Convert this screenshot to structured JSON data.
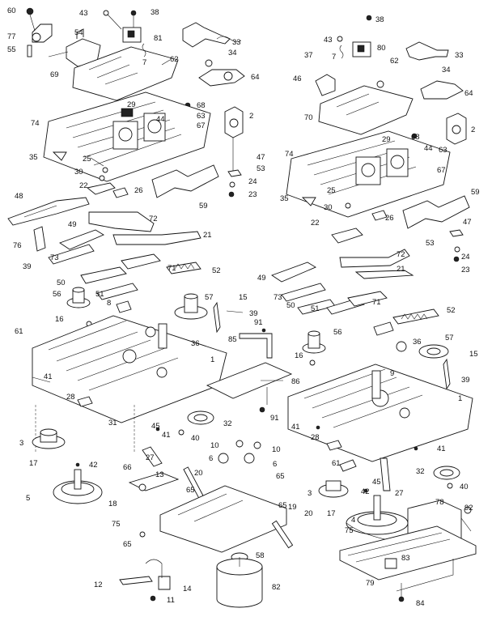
{
  "diagram": {
    "callouts": [
      {
        "id": "c60a",
        "text": "60"
      },
      {
        "id": "c77a",
        "text": "77"
      },
      {
        "id": "c55a",
        "text": "55"
      },
      {
        "id": "c69a",
        "text": "69"
      },
      {
        "id": "c54a",
        "text": "54"
      },
      {
        "id": "c43a",
        "text": "43"
      },
      {
        "id": "c38a",
        "text": "38"
      },
      {
        "id": "c81a",
        "text": "81"
      },
      {
        "id": "c33a",
        "text": "33"
      },
      {
        "id": "c7a",
        "text": "7"
      },
      {
        "id": "c62a",
        "text": "62"
      },
      {
        "id": "c34a",
        "text": "34"
      },
      {
        "id": "c64a",
        "text": "64"
      },
      {
        "id": "c29a",
        "text": "29"
      },
      {
        "id": "c68a",
        "text": "68"
      },
      {
        "id": "c63a",
        "text": "63"
      },
      {
        "id": "c67a",
        "text": "67"
      },
      {
        "id": "c44a",
        "text": "44"
      },
      {
        "id": "c2a",
        "text": "2"
      },
      {
        "id": "c74a",
        "text": "74"
      },
      {
        "id": "c35a",
        "text": "35"
      },
      {
        "id": "c25a",
        "text": "25"
      },
      {
        "id": "c47a",
        "text": "47"
      },
      {
        "id": "c53a",
        "text": "53"
      },
      {
        "id": "c30a",
        "text": "30"
      },
      {
        "id": "c24a",
        "text": "24"
      },
      {
        "id": "c23a",
        "text": "23"
      },
      {
        "id": "c22a",
        "text": "22"
      },
      {
        "id": "c26a",
        "text": "26"
      },
      {
        "id": "c48a",
        "text": "48"
      },
      {
        "id": "c59a",
        "text": "59"
      },
      {
        "id": "c72a",
        "text": "72"
      },
      {
        "id": "c49a",
        "text": "49"
      },
      {
        "id": "c21a",
        "text": "21"
      },
      {
        "id": "c76a",
        "text": "76"
      },
      {
        "id": "c39a",
        "text": "39"
      },
      {
        "id": "c73a",
        "text": "73"
      },
      {
        "id": "c71a",
        "text": "71"
      },
      {
        "id": "c52a",
        "text": "52"
      },
      {
        "id": "c50a",
        "text": "50"
      },
      {
        "id": "c51a",
        "text": "51"
      },
      {
        "id": "c56a",
        "text": "56"
      },
      {
        "id": "c8a",
        "text": "8"
      },
      {
        "id": "c57a",
        "text": "57"
      },
      {
        "id": "c15a",
        "text": "15"
      },
      {
        "id": "c39b",
        "text": "39"
      },
      {
        "id": "c16a",
        "text": "16"
      },
      {
        "id": "c61a",
        "text": "61"
      },
      {
        "id": "c91a",
        "text": "91"
      },
      {
        "id": "c85a",
        "text": "85"
      },
      {
        "id": "c36a",
        "text": "36"
      },
      {
        "id": "c1a",
        "text": "1"
      },
      {
        "id": "c41a",
        "text": "41"
      },
      {
        "id": "c86a",
        "text": "86"
      },
      {
        "id": "c28a",
        "text": "28"
      },
      {
        "id": "c31a",
        "text": "31"
      },
      {
        "id": "c91b",
        "text": "91"
      },
      {
        "id": "c45a",
        "text": "45"
      },
      {
        "id": "c41b",
        "text": "41"
      },
      {
        "id": "c40a",
        "text": "40"
      },
      {
        "id": "c32a",
        "text": "32"
      },
      {
        "id": "c10a",
        "text": "10"
      },
      {
        "id": "c3a",
        "text": "3"
      },
      {
        "id": "c17a",
        "text": "17"
      },
      {
        "id": "c27a",
        "text": "27"
      },
      {
        "id": "c42a",
        "text": "42"
      },
      {
        "id": "c66a",
        "text": "66"
      },
      {
        "id": "c13a",
        "text": "13"
      },
      {
        "id": "c20a",
        "text": "20"
      },
      {
        "id": "c6a",
        "text": "6"
      },
      {
        "id": "c6b",
        "text": "6"
      },
      {
        "id": "c10b",
        "text": "10"
      },
      {
        "id": "c65a",
        "text": "65"
      },
      {
        "id": "c5a",
        "text": "5"
      },
      {
        "id": "c18a",
        "text": "18"
      },
      {
        "id": "c75a",
        "text": "75"
      },
      {
        "id": "c65b",
        "text": "65"
      },
      {
        "id": "c65c",
        "text": "65"
      },
      {
        "id": "c19a",
        "text": "19"
      },
      {
        "id": "c20b",
        "text": "20"
      },
      {
        "id": "c65d",
        "text": "65"
      },
      {
        "id": "c58a",
        "text": "58"
      },
      {
        "id": "c12a",
        "text": "12"
      },
      {
        "id": "c14a",
        "text": "14"
      },
      {
        "id": "c11a",
        "text": "11"
      },
      {
        "id": "c82a",
        "text": "82"
      },
      {
        "id": "c38b",
        "text": "38"
      },
      {
        "id": "c43b",
        "text": "43"
      },
      {
        "id": "c80b",
        "text": "80"
      },
      {
        "id": "c37b",
        "text": "37"
      },
      {
        "id": "c7b",
        "text": "7"
      },
      {
        "id": "c33b",
        "text": "33"
      },
      {
        "id": "c62b",
        "text": "62"
      },
      {
        "id": "c46b",
        "text": "46"
      },
      {
        "id": "c34b",
        "text": "34"
      },
      {
        "id": "c64b",
        "text": "64"
      },
      {
        "id": "c70b",
        "text": "70"
      },
      {
        "id": "c2b",
        "text": "2"
      },
      {
        "id": "c29b",
        "text": "29"
      },
      {
        "id": "c68b",
        "text": "68"
      },
      {
        "id": "c44b",
        "text": "44"
      },
      {
        "id": "c63b",
        "text": "63"
      },
      {
        "id": "c74b",
        "text": "74"
      },
      {
        "id": "c67b",
        "text": "67"
      },
      {
        "id": "c35b",
        "text": "35"
      },
      {
        "id": "c25b",
        "text": "25"
      },
      {
        "id": "c59b",
        "text": "59"
      },
      {
        "id": "c30b",
        "text": "30"
      },
      {
        "id": "c26b",
        "text": "26"
      },
      {
        "id": "c47b",
        "text": "47"
      },
      {
        "id": "c22b",
        "text": "22"
      },
      {
        "id": "c53b",
        "text": "53"
      },
      {
        "id": "c72b",
        "text": "72"
      },
      {
        "id": "c24b",
        "text": "24"
      },
      {
        "id": "c21b",
        "text": "21"
      },
      {
        "id": "c23b",
        "text": "23"
      },
      {
        "id": "c49b",
        "text": "49"
      },
      {
        "id": "c73b",
        "text": "73"
      },
      {
        "id": "c50b",
        "text": "50"
      },
      {
        "id": "c51b",
        "text": "51"
      },
      {
        "id": "c71b",
        "text": "71"
      },
      {
        "id": "c52b",
        "text": "52"
      },
      {
        "id": "c56b",
        "text": "56"
      },
      {
        "id": "c57b",
        "text": "57"
      },
      {
        "id": "c16b",
        "text": "16"
      },
      {
        "id": "c36b",
        "text": "36"
      },
      {
        "id": "c15b",
        "text": "15"
      },
      {
        "id": "c9b",
        "text": "9"
      },
      {
        "id": "c39c",
        "text": "39"
      },
      {
        "id": "c1b",
        "text": "1"
      },
      {
        "id": "c41c",
        "text": "41"
      },
      {
        "id": "c28b",
        "text": "28"
      },
      {
        "id": "c41d",
        "text": "41"
      },
      {
        "id": "c61b",
        "text": "61"
      },
      {
        "id": "c45b",
        "text": "45"
      },
      {
        "id": "c32b",
        "text": "32"
      },
      {
        "id": "c40b",
        "text": "40"
      },
      {
        "id": "c3b",
        "text": "3"
      },
      {
        "id": "c42b",
        "text": "42"
      },
      {
        "id": "c27b",
        "text": "27"
      },
      {
        "id": "c17b",
        "text": "17"
      },
      {
        "id": "c4b",
        "text": "4"
      },
      {
        "id": "c75b",
        "text": "75"
      },
      {
        "id": "c78b",
        "text": "78"
      },
      {
        "id": "c92b",
        "text": "92"
      },
      {
        "id": "c83b",
        "text": "83"
      },
      {
        "id": "c79b",
        "text": "79"
      },
      {
        "id": "c84b",
        "text": "84"
      }
    ]
  }
}
